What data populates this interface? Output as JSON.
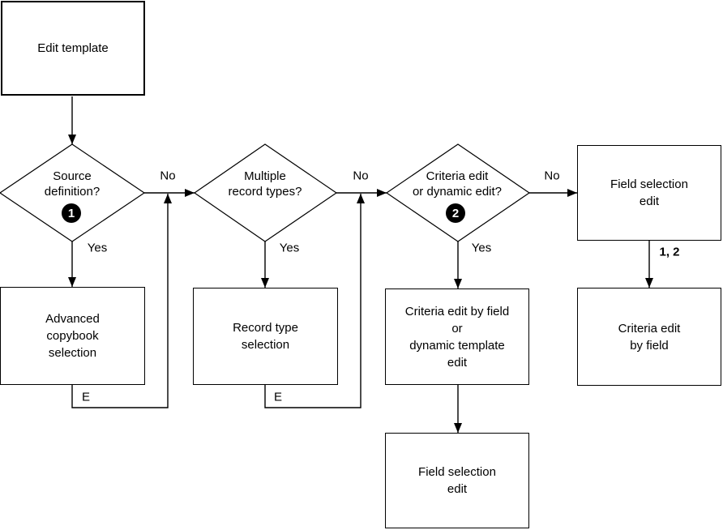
{
  "colors": {
    "line": "#000000",
    "background": "#ffffff",
    "badge_fill": "#000000",
    "badge_text": "#ffffff"
  },
  "nodes": {
    "edit_template": {
      "label": "Edit template"
    },
    "source_definition": {
      "label": "Source\ndefinition?",
      "badge": "1"
    },
    "multiple_record_types": {
      "label": "Multiple\nrecord types?"
    },
    "criteria_or_dynamic_decision": {
      "label": "Criteria edit\nor dynamic edit?",
      "badge": "2"
    },
    "field_selection_edit_top": {
      "label": "Field selection\nedit"
    },
    "advanced_copybook_selection": {
      "label": "Advanced\ncopybook\nselection"
    },
    "record_type_selection": {
      "label": "Record type\nselection"
    },
    "criteria_edit_or_dynamic_template_edit": {
      "label": "Criteria edit by field\nor\ndynamic template\nedit"
    },
    "criteria_edit_by_field": {
      "label": "Criteria edit\nby field"
    },
    "field_selection_edit_bottom": {
      "label": "Field selection\nedit"
    }
  },
  "edge_labels": {
    "no1": "No",
    "no2": "No",
    "no3": "No",
    "yes1": "Yes",
    "yes2": "Yes",
    "yes3": "Yes",
    "e1": "E",
    "e2": "E",
    "one_two": "1, 2"
  }
}
